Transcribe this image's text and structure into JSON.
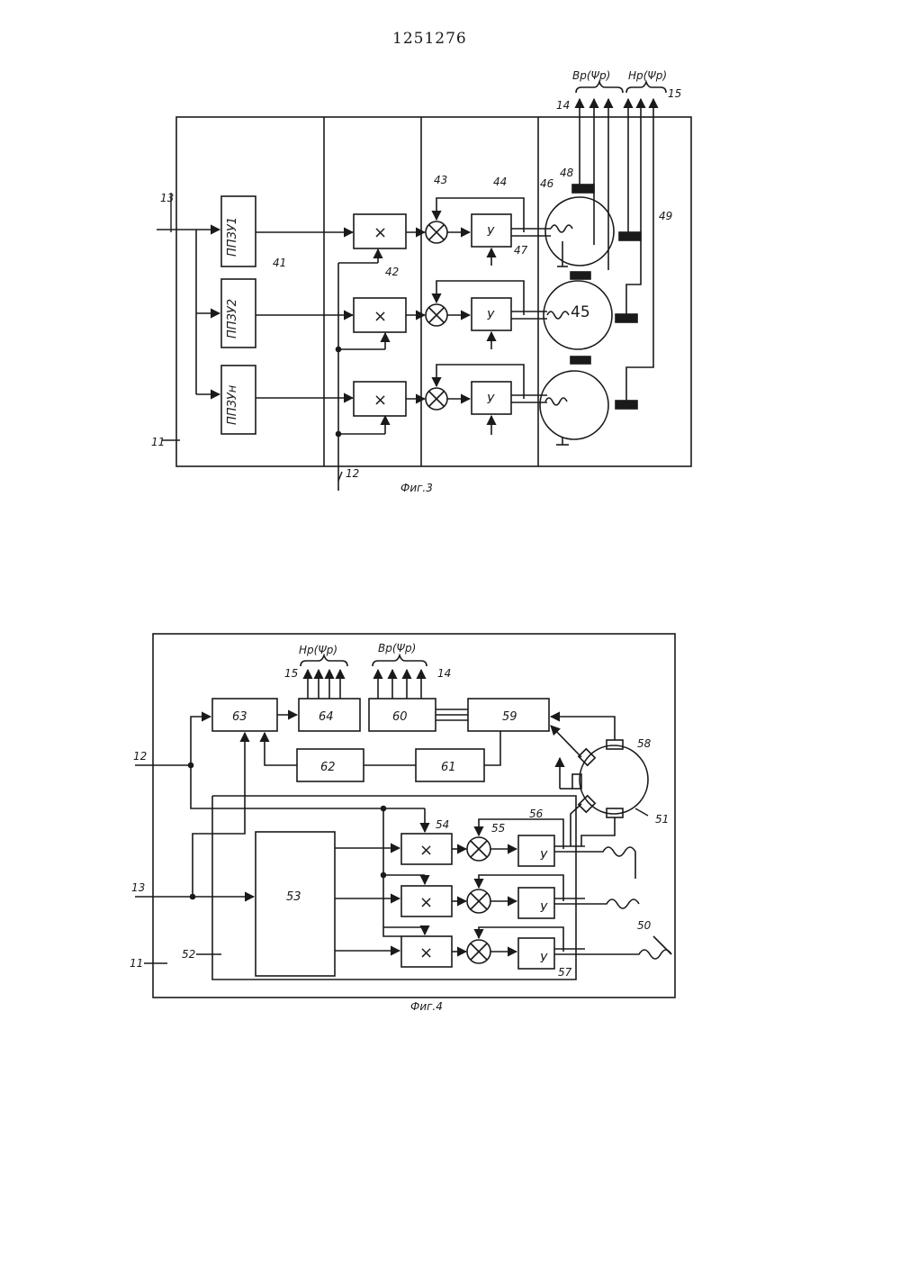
{
  "document": {
    "number": "1251276"
  },
  "fig3": {
    "caption": "Фиг.3",
    "top_bus_labels": [
      "Bp(Ψp)",
      "Hp(Ψp)"
    ],
    "rom_blocks": [
      "ППЗУ1",
      "ППЗУ2",
      "ППЗУн"
    ],
    "multiplier_symbol": "×",
    "amplifier_symbol": "У",
    "motor_number_label": "45",
    "ref_numbers": {
      "n11": "11",
      "n12": "12",
      "n13": "13",
      "n14": "14",
      "n15": "15",
      "n41": "41",
      "n42": "42",
      "n43": "43",
      "n44": "44",
      "n45": "45",
      "n46": "46",
      "n47": "47",
      "n48": "48",
      "n49": "49"
    }
  },
  "fig4": {
    "caption": "Фиг.4",
    "top_bus_labels": [
      "Hp(Ψp)",
      "Bp(Ψp)"
    ],
    "blocks": {
      "b53": "53",
      "b59": "59",
      "b60": "60",
      "b61": "61",
      "b62": "62",
      "b63": "63",
      "b64": "64"
    },
    "multiplier_symbol": "×",
    "amplifier_symbol": "У",
    "ref_numbers": {
      "n11": "11",
      "n12": "12",
      "n13": "13",
      "n14": "14",
      "n15": "15",
      "n50": "50",
      "n51": "51",
      "n52": "52",
      "n54": "54",
      "n55": "55",
      "n56": "56",
      "n57": "57",
      "n58": "58"
    }
  },
  "colors": {
    "ink": "#1a1a1a",
    "paper": "#ffffff"
  }
}
